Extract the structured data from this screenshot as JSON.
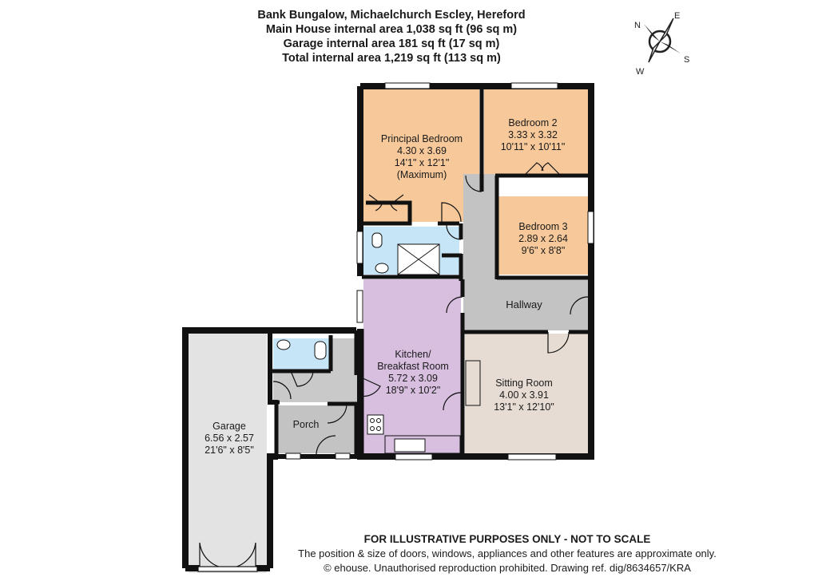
{
  "header": {
    "title": "Bank Bungalow, Michaelchurch Escley, Hereford",
    "line2": "Main House internal area 1,038 sq ft (96 sq m)",
    "line3": "Garage internal area 181 sq ft (17 sq m)",
    "line4": "Total internal area 1,219 sq ft (113 sq m)"
  },
  "compass": {
    "n": "N",
    "e": "E",
    "s": "S",
    "w": "W"
  },
  "rooms": {
    "principal": {
      "name": "Principal Bedroom",
      "metric": "4.30 x 3.69",
      "imperial": "14'1\" x 12'1\"",
      "note": "(Maximum)"
    },
    "bed2": {
      "name": "Bedroom 2",
      "metric": "3.33 x 3.32",
      "imperial": "10'11\" x 10'11\""
    },
    "bed3": {
      "name": "Bedroom 3",
      "metric": "2.89 x 2.64",
      "imperial": "9'6\" x 8'8\""
    },
    "hallway": {
      "name": "Hallway"
    },
    "kitchen": {
      "name1": "Kitchen/",
      "name2": "Breakfast Room",
      "metric": "5.72 x 3.09",
      "imperial": "18'9\" x 10'2\""
    },
    "sitting": {
      "name": "Sitting Room",
      "metric": "4.00 x 3.91",
      "imperial": "13'1\" x 12'10\""
    },
    "garage": {
      "name": "Garage",
      "metric": "6.56 x 2.57",
      "imperial": "21'6\" x 8'5\""
    },
    "porch": {
      "name": "Porch"
    }
  },
  "colors": {
    "bedroom": "#f7c99a",
    "bathroom": "#c6e6f8",
    "hallway": "#c3c3c3",
    "kitchen": "#d8bfe0",
    "sitting": "#e6dcd3",
    "garage": "#e3e3e3",
    "wall": "#111111"
  },
  "footer": {
    "disclaimer": "FOR ILLUSTRATIVE PURPOSES ONLY - NOT TO SCALE",
    "note": "The position & size of doors, windows, appliances and other features are approximate only.",
    "copyright": "© ehouse. Unauthorised reproduction prohibited. Drawing ref. dig/8634657/KRA"
  }
}
